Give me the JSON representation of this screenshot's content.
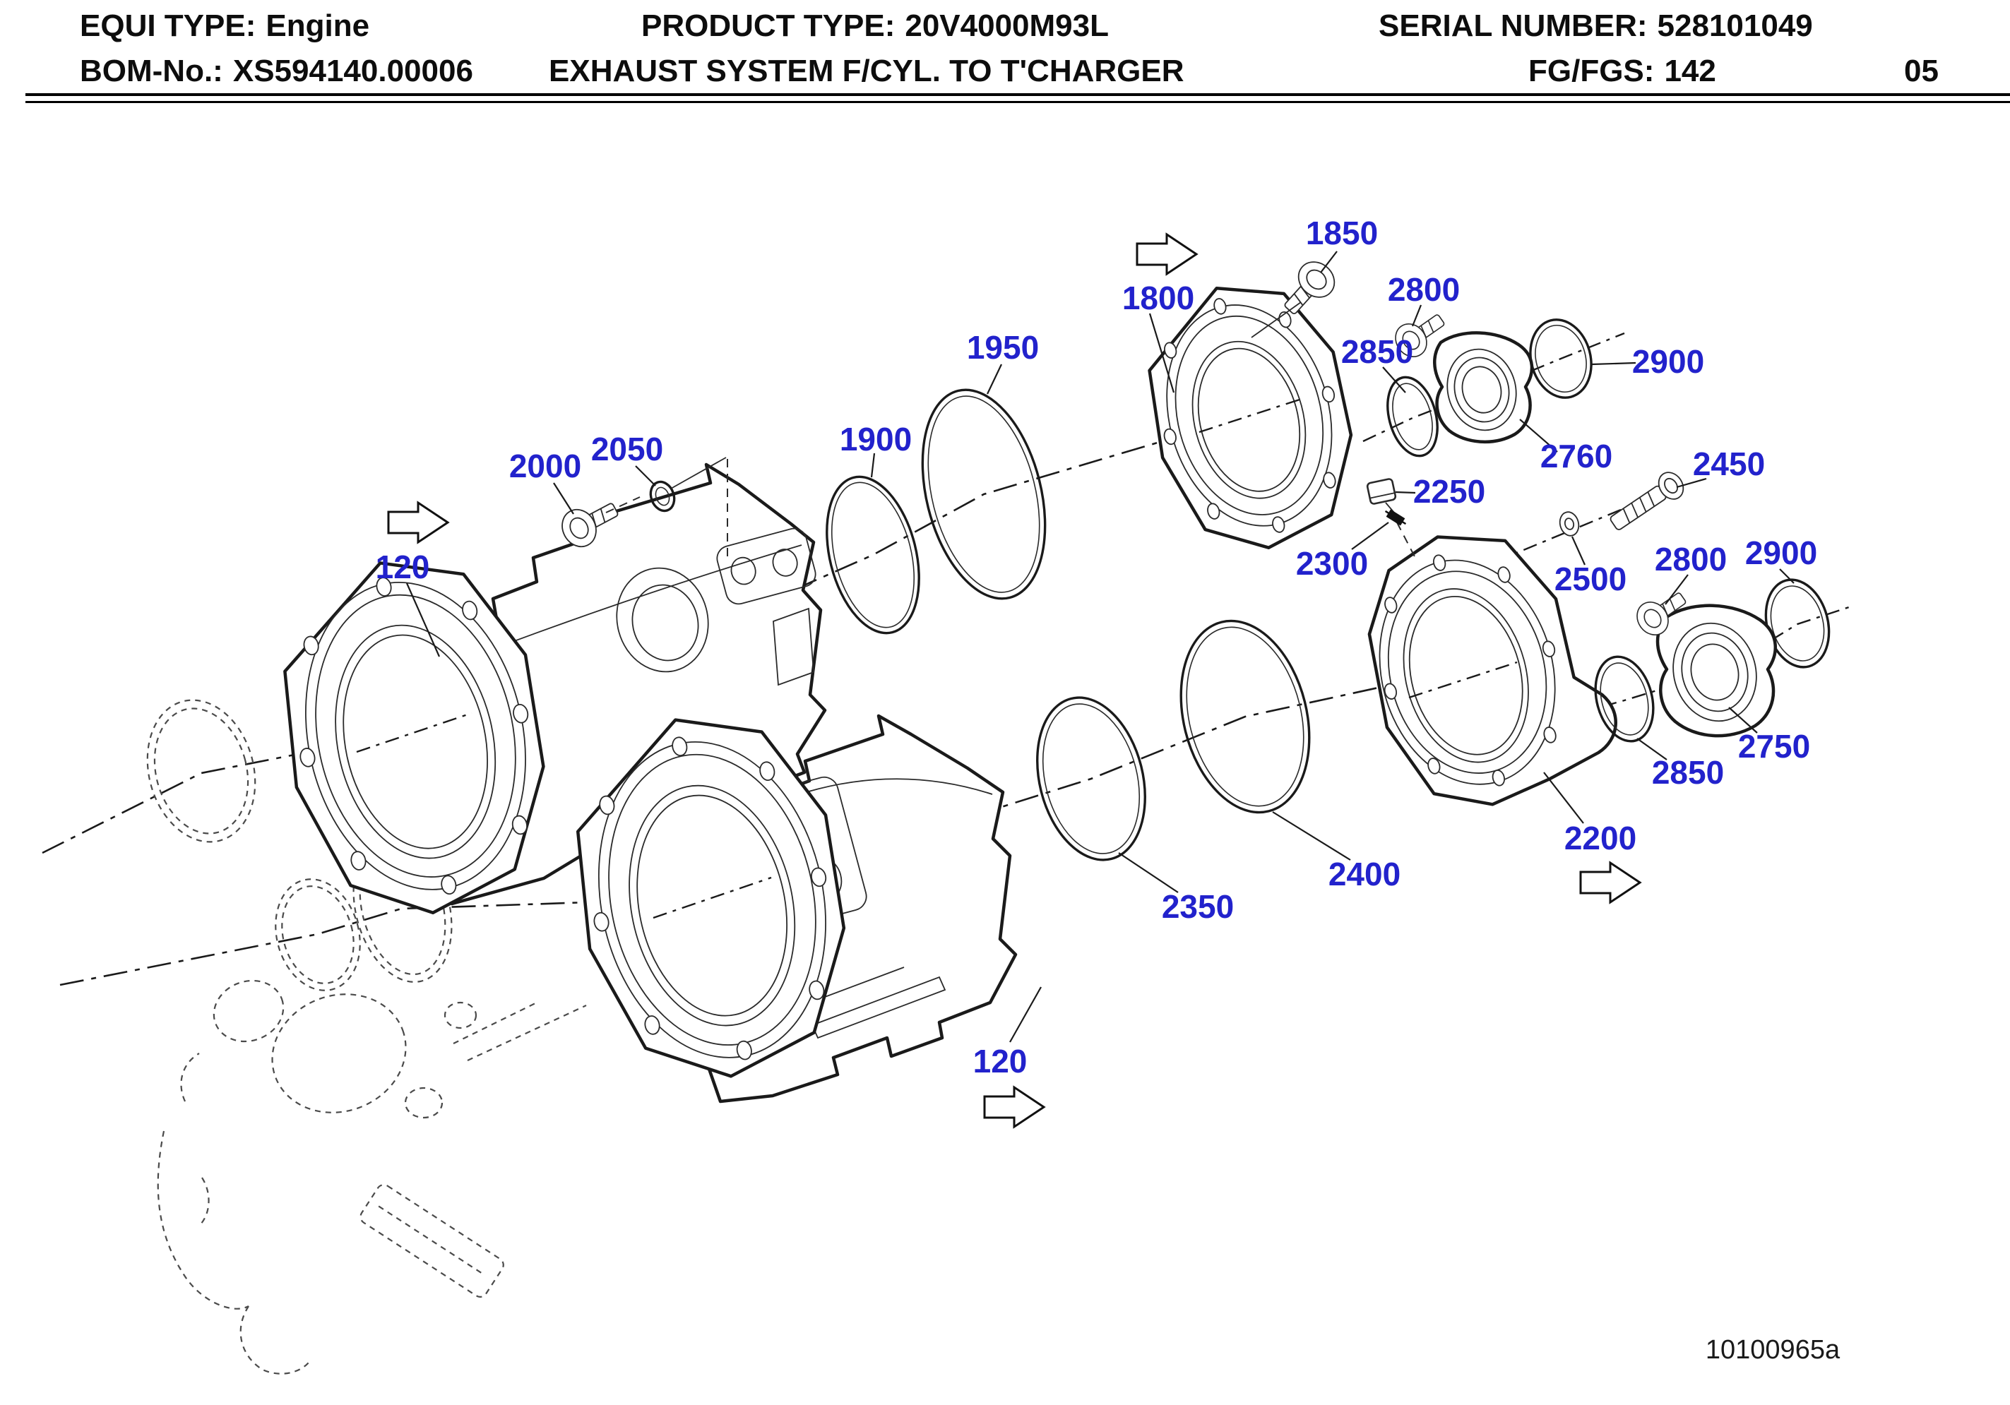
{
  "header": {
    "equi_type_label": "EQUI TYPE:",
    "equi_type_value": "Engine",
    "product_type_label": "PRODUCT TYPE:",
    "product_type_value": "20V4000M93L",
    "serial_number_label": "SERIAL NUMBER:",
    "serial_number_value": "528101049",
    "bom_no_label": "BOM-No.:",
    "bom_no_value": "XS594140.00006",
    "description": "EXHAUST SYSTEM F/CYL. TO T'CHARGER",
    "fg_fgs_label": "FG/FGS:",
    "fg_fgs_value": "142",
    "sheet_number": "05"
  },
  "diagram": {
    "drawing_number": "10100965a",
    "callout_color": "#2222cc",
    "line_color": "#1a1a1a",
    "callouts": [
      {
        "part": "1850",
        "instance": "bolt-top",
        "text": "1850"
      },
      {
        "part": "1800",
        "instance": "flange-top",
        "text": "1800"
      },
      {
        "part": "2800",
        "instance": "bolt-upper",
        "text": "2800"
      },
      {
        "part": "1950",
        "instance": "gasket-large",
        "text": "1950"
      },
      {
        "part": "2850",
        "instance": "oring-upper",
        "text": "2850"
      },
      {
        "part": "2900",
        "instance": "oring-upper",
        "text": "2900"
      },
      {
        "part": "1900",
        "instance": "gasket-small",
        "text": "1900"
      },
      {
        "part": "2760",
        "instance": "collar-upper",
        "text": "2760"
      },
      {
        "part": "2450",
        "instance": "bolt-long",
        "text": "2450"
      },
      {
        "part": "2000",
        "instance": "bolt-left",
        "text": "2000"
      },
      {
        "part": "2050",
        "instance": "seal-ring-small",
        "text": "2050"
      },
      {
        "part": "2250",
        "instance": "square-nut",
        "text": "2250"
      },
      {
        "part": "2300",
        "instance": "stud",
        "text": "2300"
      },
      {
        "part": "2500",
        "instance": "washer",
        "text": "2500"
      },
      {
        "part": "2800",
        "instance": "bolt-lower",
        "text": "2800"
      },
      {
        "part": "2900",
        "instance": "oring-lower",
        "text": "2900"
      },
      {
        "part": "120",
        "instance": "bellows-left",
        "text": "120"
      },
      {
        "part": "2750",
        "instance": "collar-lower",
        "text": "2750"
      },
      {
        "part": "2850",
        "instance": "oring-lower",
        "text": "2850"
      },
      {
        "part": "2200",
        "instance": "flange-right",
        "text": "2200"
      },
      {
        "part": "2400",
        "instance": "gasket-large-lower",
        "text": "2400"
      },
      {
        "part": "2350",
        "instance": "gasket-small-lower",
        "text": "2350"
      },
      {
        "part": "120",
        "instance": "bellows-bottom",
        "text": "120"
      }
    ]
  }
}
